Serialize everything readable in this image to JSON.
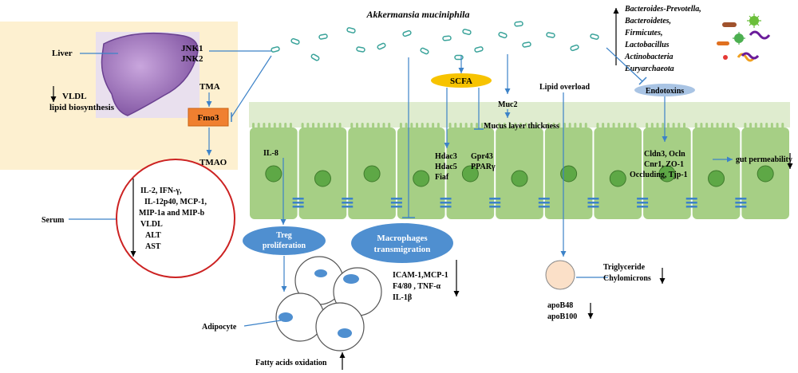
{
  "title": "Akkermansia muciniphila",
  "liver": {
    "label": "Liver",
    "jnk1": "JNK1",
    "jnk2": "JNK2",
    "vldl_line1": "VLDL",
    "vldl_line2": "lipid biosynthesis",
    "tma": "TMA",
    "fmo3": "Fmo3",
    "tmao": "TMAO"
  },
  "bacteria_list": [
    "Bacteroides-Prevotella,",
    "Bacteroidetes,",
    "Firmicutes,",
    "Lactobacillus",
    "Actinobacteria",
    "Euryarchaeota"
  ],
  "scfa": "SCFA",
  "endotoxins": "Endotoxins",
  "lipid_overload": "Lipid overload",
  "muc2": "Muc2",
  "mucus_layer": "Mucus layer thickness",
  "il8": "IL-8",
  "hdac": [
    "Hdac3",
    "Hdac5",
    "Fiaf"
  ],
  "gpr": [
    "Gpr43",
    "PPARγ"
  ],
  "tight_junctions": [
    "Cldn3, Ocln",
    "Cnr1, ZO-1",
    "Occluding, Tjp-1"
  ],
  "gut_permeability": "gut permeability",
  "serum": {
    "label": "Serum",
    "items": [
      "IL-2, IFN-γ,",
      "IL-12p40, MCP-1,",
      "MIP-1a and MIP-b",
      "VLDL",
      "ALT",
      "AST"
    ]
  },
  "treg": [
    "Treg",
    "proliferation"
  ],
  "macrophages": [
    "Macrophages",
    "transmigration"
  ],
  "macrophage_markers": [
    "ICAM-1,MCP-1",
    "F4/80 , TNF-α",
    "IL-1β"
  ],
  "adipocyte": "Adipocyte",
  "fatty_acids": "Fatty acids oxidation",
  "triglyceride": "Triglyceride",
  "chylomicrons": "Chylomicrons",
  "apob": [
    "apoB48",
    "apoB100"
  ],
  "colors": {
    "liver_bg": "#fdf0d0",
    "liver": "#9b6fb8",
    "fmo3": "#f08030",
    "scfa": "#f7c300",
    "endotoxins": "#a9c4e4",
    "epithelium": "#a6cf85",
    "cell_border": "#ffffff",
    "nucleus": "#5ea846",
    "mucus": "#dfeccf",
    "arrow": "#3c82c8",
    "oval_blue": "#4f8fd0",
    "serum_circle": "#cc2222",
    "adipocyte_spot": "#4f8fd0",
    "chylomicron": "#fbe0c8",
    "bacterium": "#3aa39a"
  }
}
